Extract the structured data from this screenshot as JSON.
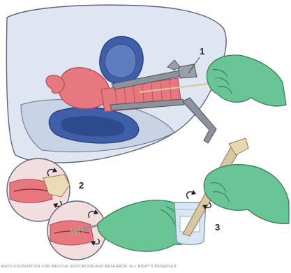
{
  "steps": {
    "step1": "1",
    "step2": "2",
    "step3": "3"
  },
  "credit": "MAYO FOUNDATION FOR MEDICAL EDUCATION AND RESEARCH. ALL RIGHTS RESERVED.",
  "colors": {
    "body": "#dfe6f2",
    "outline": "#5b6478",
    "uterus": "#e7787f",
    "bladder": "#3f5fa8",
    "glove": "#69c496",
    "instrument": "#8d939c",
    "swab": "#d8c7a2",
    "vial": "#d7e6f1"
  },
  "icons": [
    "rotate-arrow-icon"
  ]
}
